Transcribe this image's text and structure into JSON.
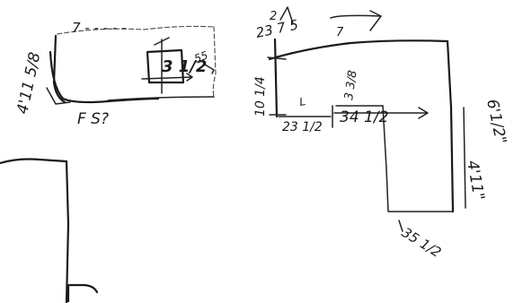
{
  "labels": {
    "top_left_text": "7 - - - - -",
    "left_dim": "4'11 5/8",
    "top_small": "2",
    "box_dim": "3 1/2",
    "box_dim_b": "55",
    "bottom_left_text": "F S?",
    "right_top_dims": "23 7 5",
    "right_top_arrow": "7",
    "vertical_dim": "10 1/4",
    "inner_dim": "3 3/8",
    "dim_23": "23 1/2",
    "dim_34": "34 1/2",
    "right_dim": "6'1/2\"",
    "right_dim_b": "4'11\"",
    "bottom_dim": "35 1/2",
    "corner_mark": "L"
  }
}
